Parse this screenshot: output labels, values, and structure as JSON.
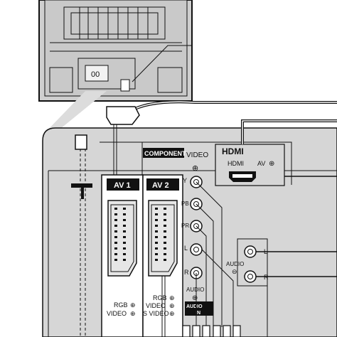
{
  "colors": {
    "panel": "#d6d6d6",
    "tv_back": "#cfcfcf",
    "ink": "#111111",
    "header_fill": "#111111",
    "white": "#ffffff"
  },
  "labels": {
    "component": "COMPONENT",
    "video_top": "VIDEO",
    "hdmi_logo": "HDMI",
    "hdmi_port": "HDMI",
    "av_hdmi": "AV",
    "av1": "AV 1",
    "av2": "AV 2",
    "y": "Y",
    "pb": "PB",
    "pr": "PR",
    "l_comp": "L",
    "r_comp": "R",
    "audio_comp": "AUDIO",
    "audio_header": "AUDIO",
    "in_header": "IN",
    "audio_right": "AUDIO",
    "l_right": "L",
    "r_right": "R",
    "rgb": "RGB",
    "video1": "VIDEO",
    "rgb2": "RGB",
    "video2": "VIDEO",
    "svideo2": "S VIDEO",
    "tv_label": "00"
  },
  "icons": [
    "hdmi-port-icon",
    "scart-av1-icon",
    "scart-av2-icon",
    "rca-jack-icon",
    "scart-plug-icon",
    "antenna-plug-icon",
    "tv-rear-icon"
  ]
}
